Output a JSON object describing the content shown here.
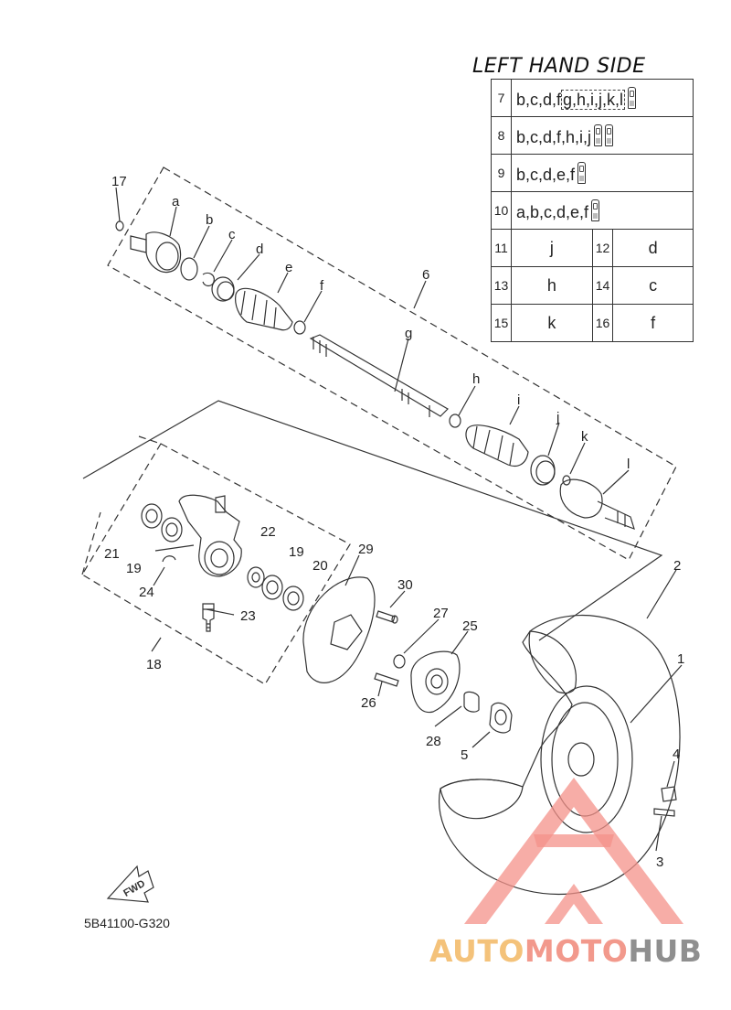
{
  "title": "LEFT HAND SIDE",
  "diagram_code": "5B41100-G320",
  "watermark": {
    "part1": "AUTO",
    "part2": "MOTO",
    "part3": "HUB"
  },
  "fwd_label": "FWD",
  "kit_table": {
    "rows": [
      {
        "no": "7",
        "parts": "b,c,d,f",
        "boxed_parts": "g,h,i,j,k,l",
        "tubes": 1
      },
      {
        "no": "8",
        "parts": "b,c,d,f,h,i,j",
        "boxed_parts": "",
        "tubes": 2
      },
      {
        "no": "9",
        "parts": "b,c,d,e,f",
        "boxed_parts": "",
        "tubes": 1
      },
      {
        "no": "10",
        "parts": "a,b,c,d,e,f",
        "boxed_parts": "",
        "tubes": 1
      }
    ],
    "pairs": [
      {
        "no1": "11",
        "v1": "j",
        "no2": "12",
        "v2": "d"
      },
      {
        "no1": "13",
        "v1": "h",
        "no2": "14",
        "v2": "c"
      },
      {
        "no1": "15",
        "v1": "k",
        "no2": "16",
        "v2": "f"
      }
    ]
  },
  "callouts": {
    "n17": "17",
    "a": "a",
    "b": "b",
    "c": "c",
    "d": "d",
    "e": "e",
    "f": "f",
    "n6": "6",
    "g": "g",
    "h": "h",
    "i": "i",
    "j": "j",
    "k": "k",
    "l": "l",
    "n21": "21",
    "n19a": "19",
    "n24": "24",
    "n22": "22",
    "n19b": "19",
    "n20": "20",
    "n23": "23",
    "n18": "18",
    "n29": "29",
    "n30": "30",
    "n27": "27",
    "n25": "25",
    "n26": "26",
    "n28": "28",
    "n5": "5",
    "n2": "2",
    "n1": "1",
    "n4": "4",
    "n3": "3"
  },
  "colors": {
    "line": "#333333",
    "watermark_red": "#f4918a",
    "watermark_orange": "#f4c27a",
    "watermark_gray": "#8f8f8f"
  }
}
